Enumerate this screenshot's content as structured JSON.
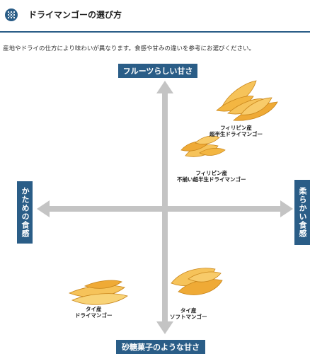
{
  "header": {
    "title": "ドライマンゴーの選び方",
    "icon": "dotted-badge-icon"
  },
  "intro_text": "産地やドライの仕方により味わいが異なります。食感や甘みの違いを参考にお選びください。",
  "axes": {
    "top": "フルーツらしい甘さ",
    "bottom": "砂糖菓子のような甘さ",
    "left": "かための食感",
    "right": "柔らかい食感"
  },
  "items": {
    "philippines_thin": {
      "line1": "フィリピン産",
      "line2": "超半生ドライマンゴー"
    },
    "philippines_irregular": {
      "line1": "フィリピン産",
      "line2": "不揃い超半生ドライマンゴー"
    },
    "thai_dry": {
      "line1": "タイ産",
      "line2": "ドライマンゴー"
    },
    "thai_soft": {
      "line1": "タイ産",
      "line2": "ソフトマンゴー"
    }
  },
  "colors": {
    "brand": "#2a5d87",
    "arrow": "#c4c4c4",
    "mango_light": "#f6c35a",
    "mango_dark": "#e59a25"
  }
}
